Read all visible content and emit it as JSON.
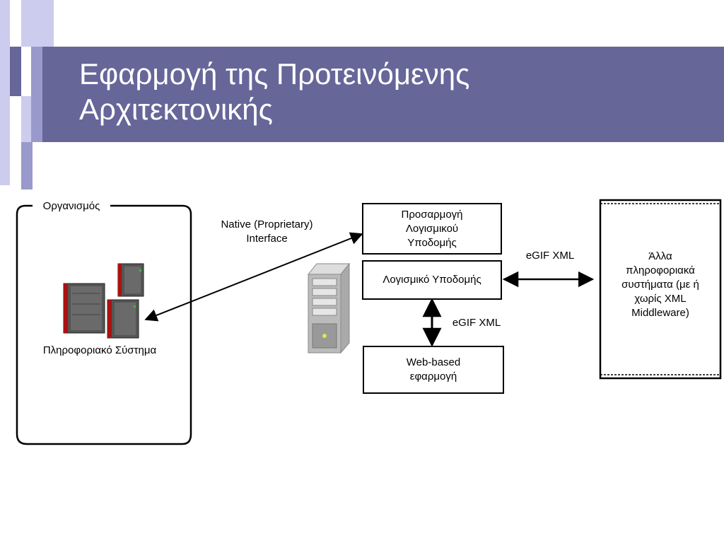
{
  "slide": {
    "title_line1": "Εφαρμογή της Προτεινόμενης",
    "title_line2": "Αρχιτεκτονικής"
  },
  "diagram": {
    "organization_label": "Οργανισμός",
    "information_system_label": "Πληροφοριακό Σύστημα",
    "native_interface_label": [
      "Native (Proprietary)",
      "Interface"
    ],
    "adaptation_box": [
      "Προσαρμογή",
      "Λογισμικού",
      "Υποδομής"
    ],
    "infrastructure_box": "Λογισμικό Υποδομής",
    "web_app_box": [
      "Web-based",
      "εφαρμογή"
    ],
    "egif_xml_top": "eGIF XML",
    "egif_xml_vertical": "eGIF XML",
    "other_systems_box": [
      "Άλλα",
      "πληροφοριακά",
      "συστήματα (με ή",
      "χωρίς XML",
      "Middleware)"
    ]
  },
  "colors": {
    "title_bar": "#666699",
    "accent_light": "#ccccee",
    "accent_mid": "#9999cc",
    "accent_dark": "#666699"
  },
  "icons": [
    "server-cluster-icon",
    "server-tower-icon"
  ]
}
